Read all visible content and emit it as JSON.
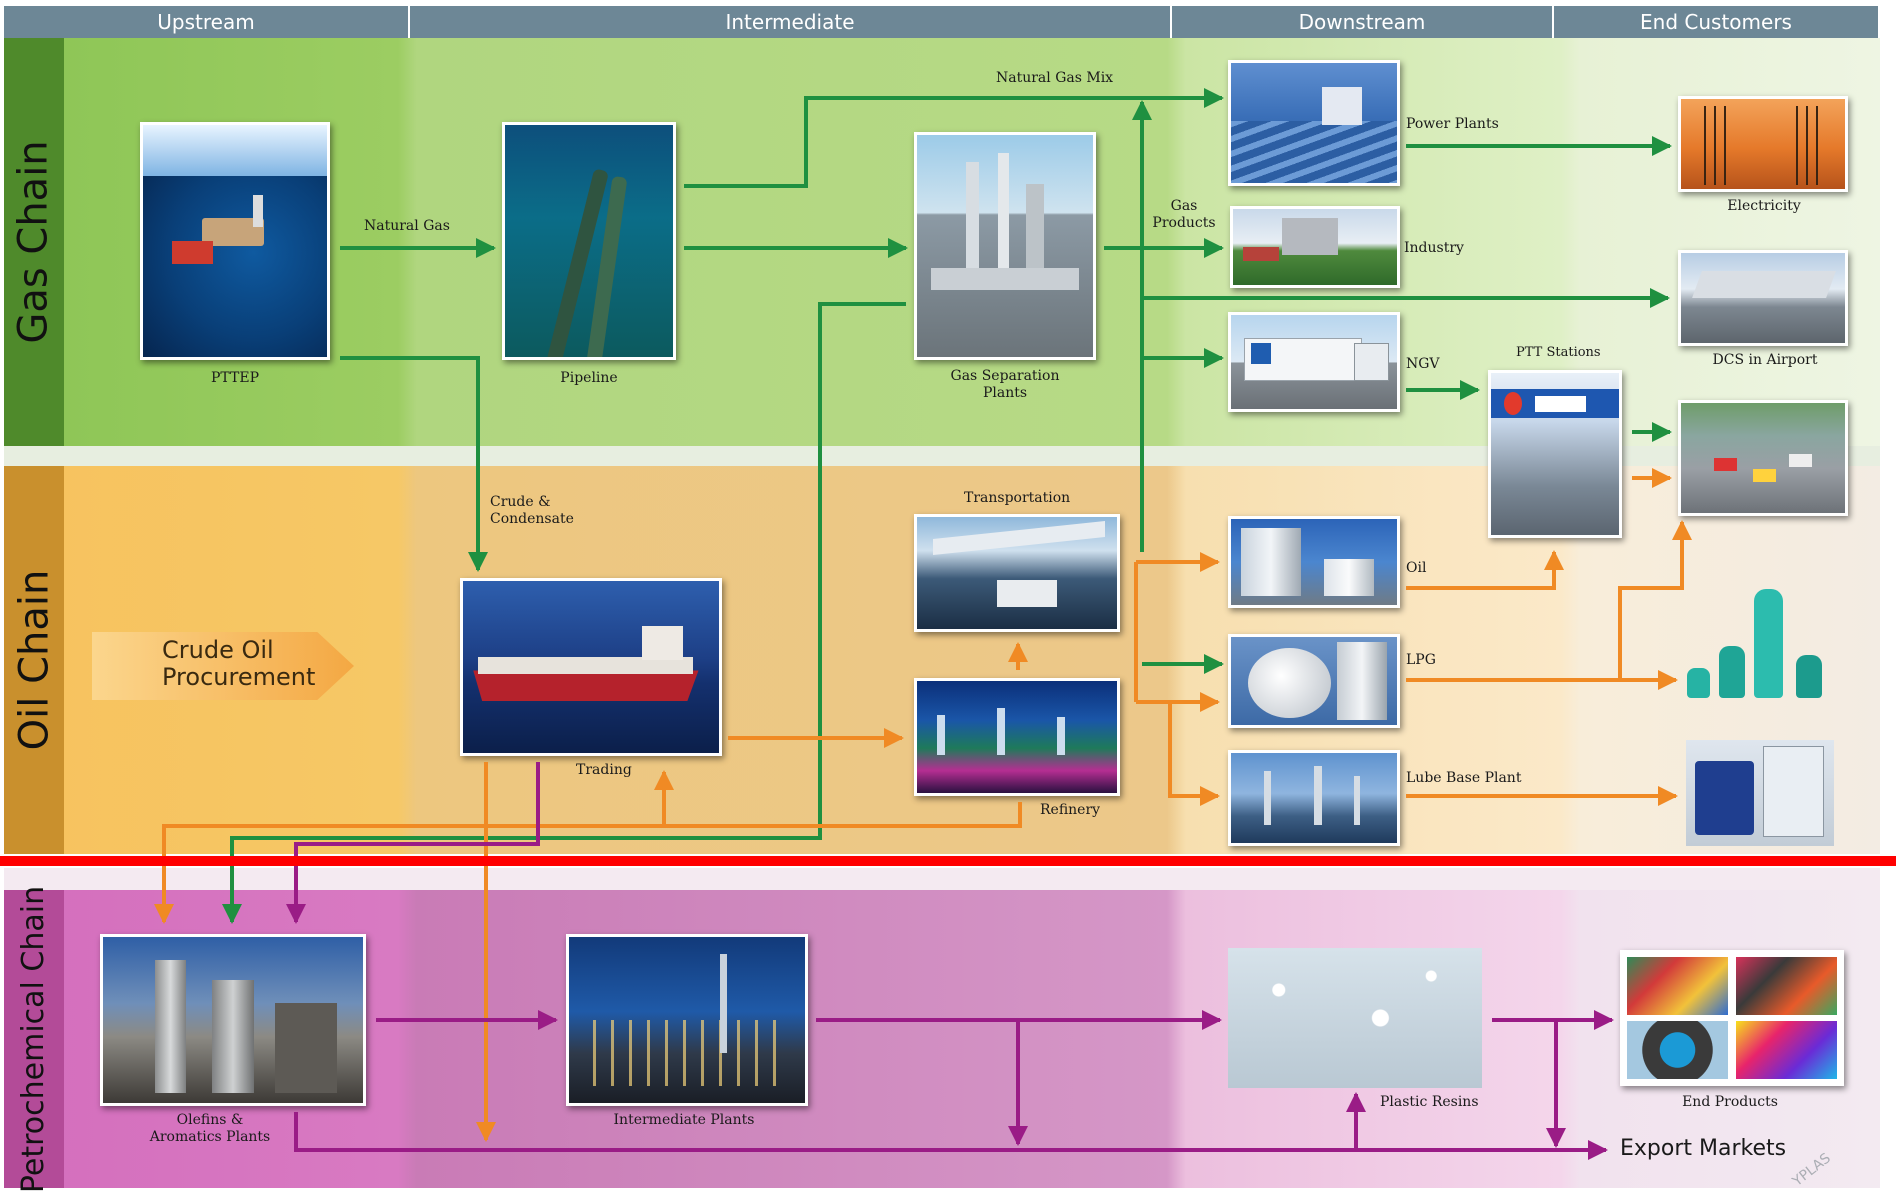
{
  "columns": {
    "upstream": "Upstream",
    "intermediate": "Intermediate",
    "downstream": "Downstream",
    "end_customers": "End Customers"
  },
  "chains": {
    "gas": "Gas Chain",
    "oil": "Oil Chain",
    "petrochemical": "Petrochemical Chain"
  },
  "gas": {
    "pttep": "PTTEP",
    "natural_gas": "Natural Gas",
    "pipeline": "Pipeline",
    "natural_gas_mix": "Natural Gas Mix",
    "gas_separation_line1": "Gas Separation",
    "gas_separation_line2": "Plants",
    "gas_products_line1": "Gas",
    "gas_products_line2": "Products",
    "power_plants": "Power Plants",
    "industry": "Industry",
    "ngv": "NGV",
    "ptt_stations": "PTT Stations",
    "electricity": "Electricity",
    "dcs_airport": "DCS in Airport"
  },
  "oil": {
    "crude_condensate_line1": "Crude &",
    "crude_condensate_line2": "Condensate",
    "crude_oil_procurement_line1": "Crude Oil",
    "crude_oil_procurement_line2": "Procurement",
    "trading": "Trading",
    "transportation": "Transportation",
    "refinery": "Refinery",
    "oil": "Oil",
    "lpg": "LPG",
    "lube_base_plant": "Lube Base Plant"
  },
  "petro": {
    "olefins_line1": "Olefins &",
    "olefins_line2": "Aromatics Plants",
    "intermediate_plants": "Intermediate Plants",
    "plastic_resins": "Plastic Resins",
    "end_products": "End Products",
    "export_markets": "Export Markets"
  },
  "watermark": "YPLAS",
  "colors": {
    "header": "#6d8796",
    "gas_band": "#a7cf6f",
    "oil_band": "#f2c877",
    "petro_band": "#d77cc0",
    "gas_arrow": "#1f9040",
    "oil_arrow": "#f08a24",
    "petro_arrow": "#9a1c86",
    "divider": "#ff0000"
  }
}
